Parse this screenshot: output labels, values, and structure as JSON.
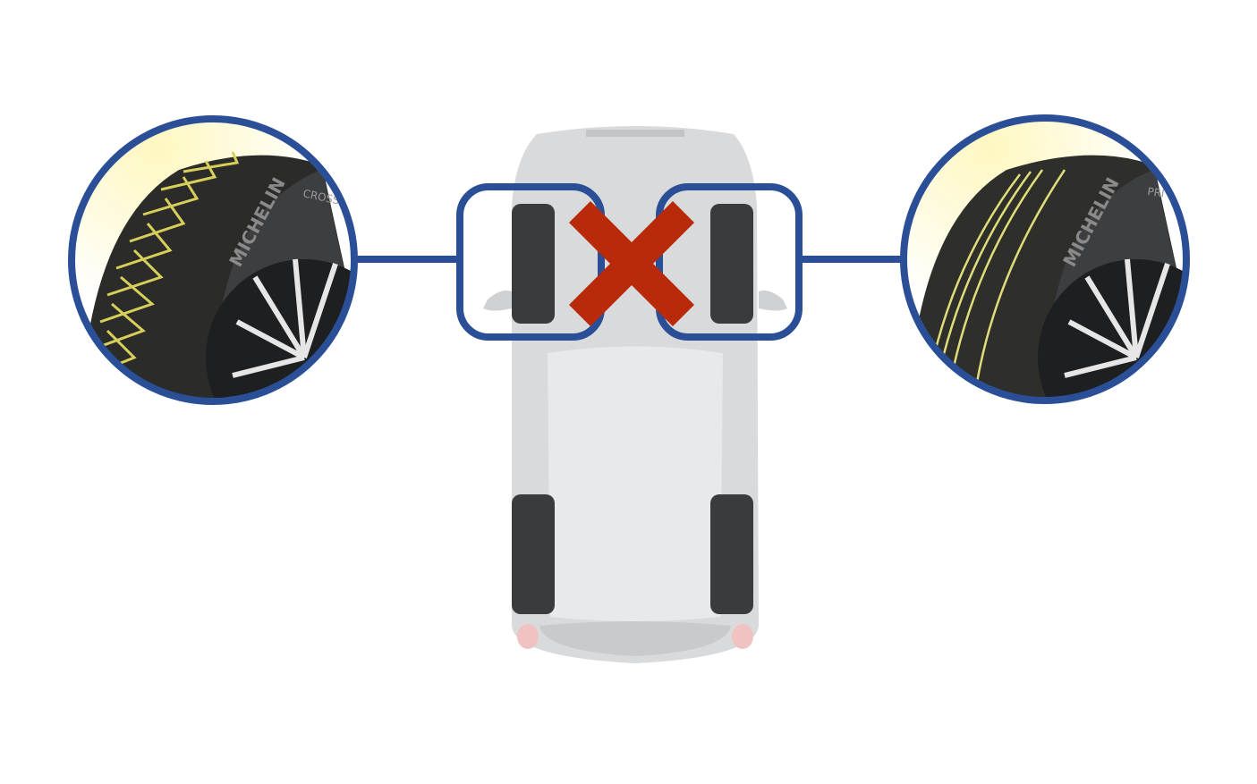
{
  "left_tire": {
    "brand": "MICHELIN",
    "model_partial": "CROSSC",
    "tread_type": "directional V-shaped (all-season)",
    "highlight_color": "#d8cf5a"
  },
  "right_tire": {
    "brand": "MICHELIN",
    "model_partial": "PRI",
    "tread_type": "straight longitudinal grooves (summer)",
    "highlight_color": "#e0dc7a"
  },
  "colors": {
    "frame_blue": "#2a4f96",
    "cross_red": "#b82a0a",
    "car_body": "#d9dadc"
  },
  "icons": {
    "cross": "x-mark-icon"
  }
}
